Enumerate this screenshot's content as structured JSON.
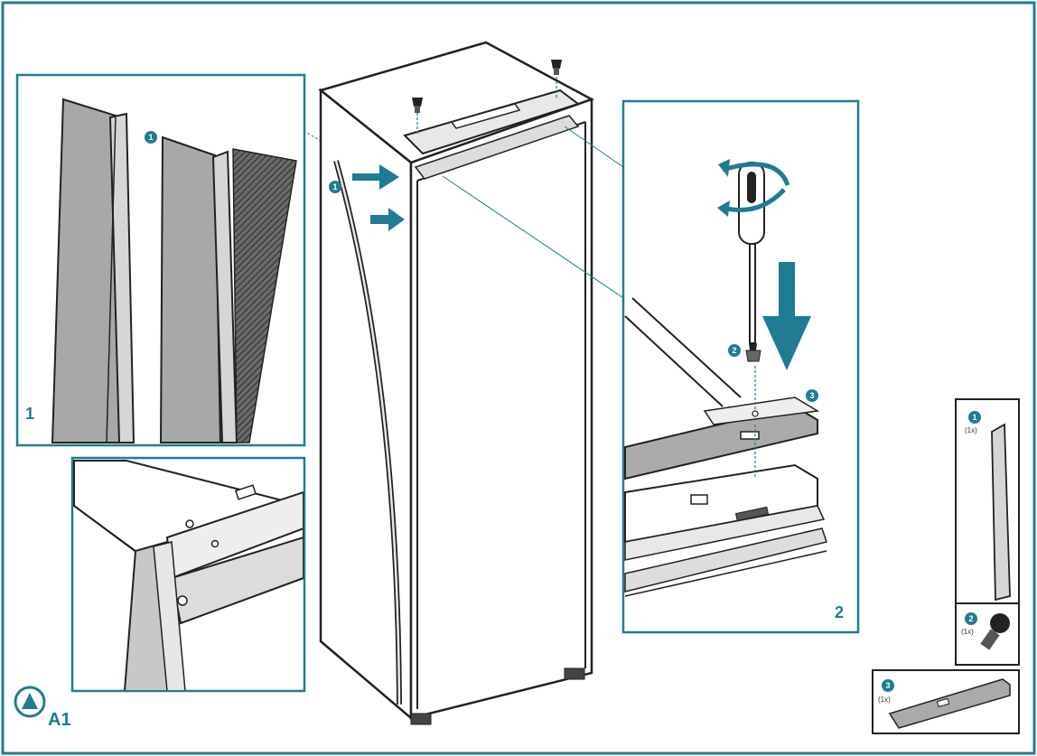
{
  "figure": {
    "section_label": "A1",
    "section_icon": "triangle-in-circle-icon",
    "accent_color": "#1f7c93"
  },
  "panels": {
    "detail_1_number": "1",
    "detail_2_number": "2"
  },
  "callouts": {
    "one": "1",
    "two": "2",
    "three": "3"
  },
  "parts": {
    "part_1": {
      "badge": "1",
      "qty": "(1x)"
    },
    "part_2": {
      "badge": "2",
      "qty": "(1x)"
    },
    "part_3": {
      "badge": "3",
      "qty": "(1x)"
    }
  }
}
